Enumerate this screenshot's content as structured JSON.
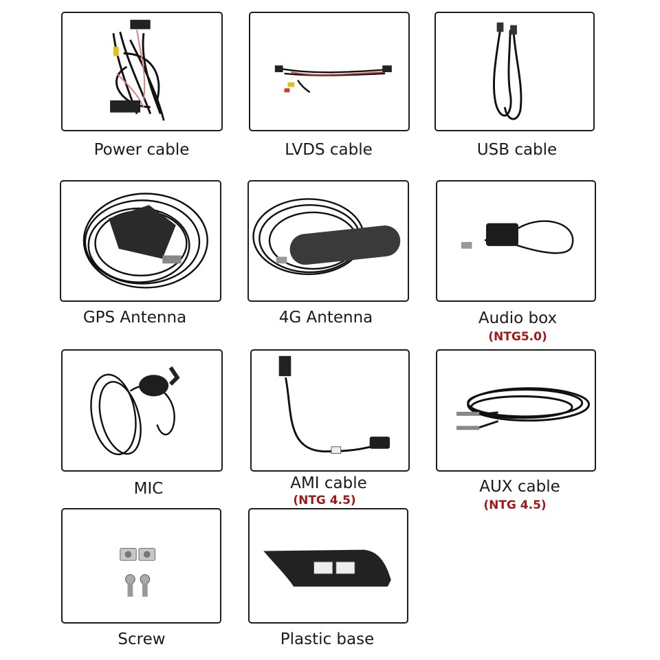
{
  "items": [
    {
      "label": "Power cable",
      "note": ""
    },
    {
      "label": "LVDS cable",
      "note": ""
    },
    {
      "label": "USB cable",
      "note": ""
    },
    {
      "label": "GPS Antenna",
      "note": ""
    },
    {
      "label": "4G Antenna",
      "note": ""
    },
    {
      "label": "Audio box",
      "note": "(NTG5.0)"
    },
    {
      "label": "MIC",
      "note": ""
    },
    {
      "label": "AMI cable",
      "note": "(NTG 4.5)"
    },
    {
      "label": "AUX cable",
      "note": "(NTG 4.5)"
    },
    {
      "label": "Screw",
      "note": ""
    },
    {
      "label": "Plastic base",
      "note": ""
    }
  ],
  "colors": {
    "note_red": "#a01818",
    "border": "#1c1c1c",
    "cable": "#111111"
  }
}
